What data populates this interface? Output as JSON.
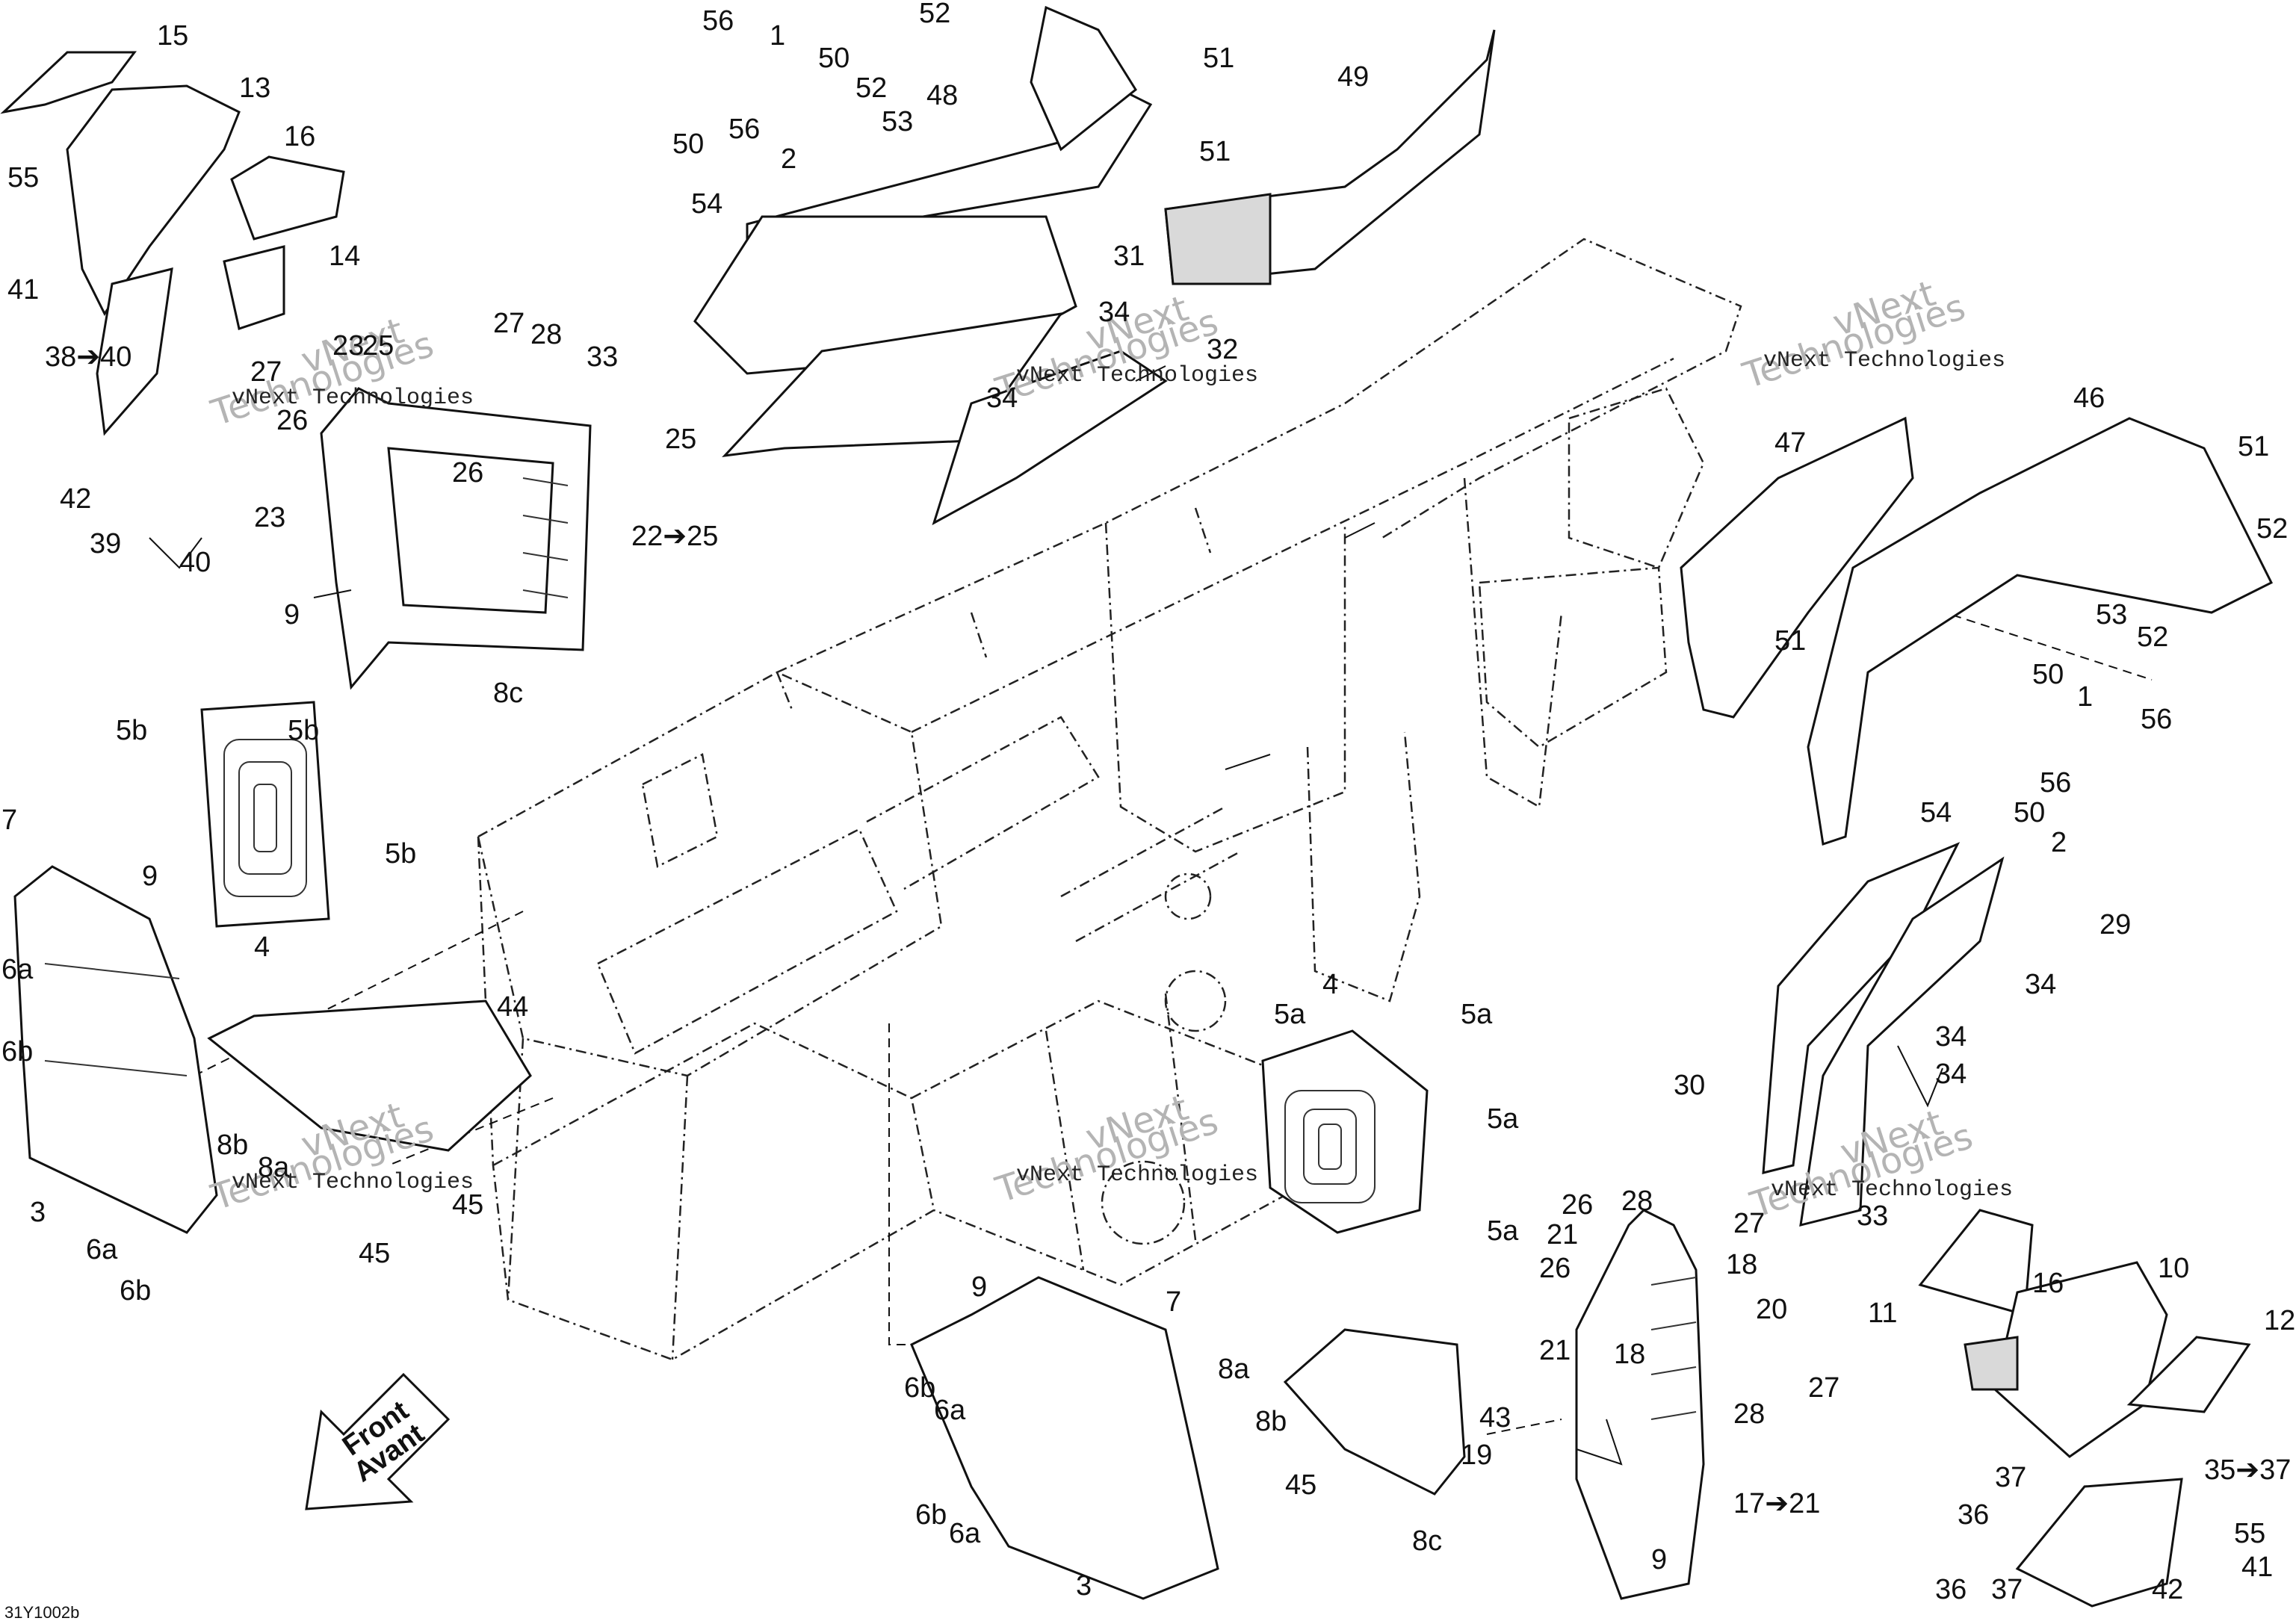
{
  "diagram": {
    "reference_code": "31Y1002b",
    "direction_arrow": {
      "line1": "Front",
      "line2": "Avant"
    },
    "watermarks": [
      {
        "line1": "vNext",
        "line2": "Technologies",
        "caption": "vNext Technologies"
      },
      {
        "line1": "vNext",
        "line2": "Technologies",
        "caption": "vNext Technologies"
      },
      {
        "line1": "vNext",
        "line2": "Technologies",
        "caption": "vNext Technologies"
      },
      {
        "line1": "vNext",
        "line2": "Technologies",
        "caption": "vNext Technologies"
      },
      {
        "line1": "vNext",
        "line2": "Technologies",
        "caption": "vNext Technologies"
      },
      {
        "line1": "vNext",
        "line2": "Technologies",
        "caption": "vNext Technologies"
      }
    ],
    "callouts": [
      "15",
      "13",
      "16",
      "14",
      "55",
      "41",
      "38➔40",
      "42",
      "39",
      "40",
      "56",
      "1",
      "50",
      "52",
      "53",
      "48",
      "56",
      "2",
      "50",
      "54",
      "52",
      "51",
      "51",
      "31",
      "49",
      "33",
      "34",
      "34",
      "32",
      "27",
      "28",
      "27",
      "23",
      "25",
      "26",
      "25",
      "26",
      "23",
      "22➔25",
      "9",
      "8c",
      "5b",
      "5b",
      "5b",
      "4",
      "7",
      "9",
      "6a",
      "6b",
      "3",
      "8b",
      "8a",
      "44",
      "45",
      "45",
      "6a",
      "6b",
      "47",
      "46",
      "51",
      "52",
      "51",
      "53",
      "52",
      "50",
      "1",
      "56",
      "54",
      "50",
      "56",
      "2",
      "29",
      "34",
      "34",
      "30",
      "34",
      "33",
      "4",
      "5a",
      "5a",
      "5a",
      "5a",
      "26",
      "28",
      "21",
      "27",
      "26",
      "18",
      "20",
      "21",
      "18",
      "19",
      "27",
      "28",
      "17➔21",
      "9",
      "8c",
      "9",
      "7",
      "6b",
      "6a",
      "8a",
      "8b",
      "43",
      "45",
      "6b",
      "6a",
      "3",
      "16",
      "10",
      "11",
      "12",
      "37",
      "36",
      "35➔37",
      "55",
      "41",
      "36",
      "37",
      "42"
    ]
  }
}
